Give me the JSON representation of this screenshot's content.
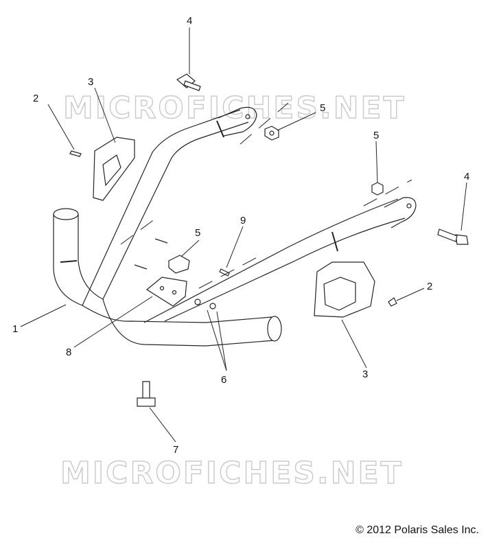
{
  "watermark": "MICROFICHES.NET",
  "copyright": "© 2012 Polaris Sales Inc.",
  "callouts": {
    "c1": "1",
    "c2a": "2",
    "c2b": "2",
    "c3a": "3",
    "c3b": "3",
    "c4a": "4",
    "c4b": "4",
    "c5a": "5",
    "c5b": "5",
    "c5c": "5",
    "c6": "6",
    "c7": "7",
    "c8": "8",
    "c9": "9"
  }
}
